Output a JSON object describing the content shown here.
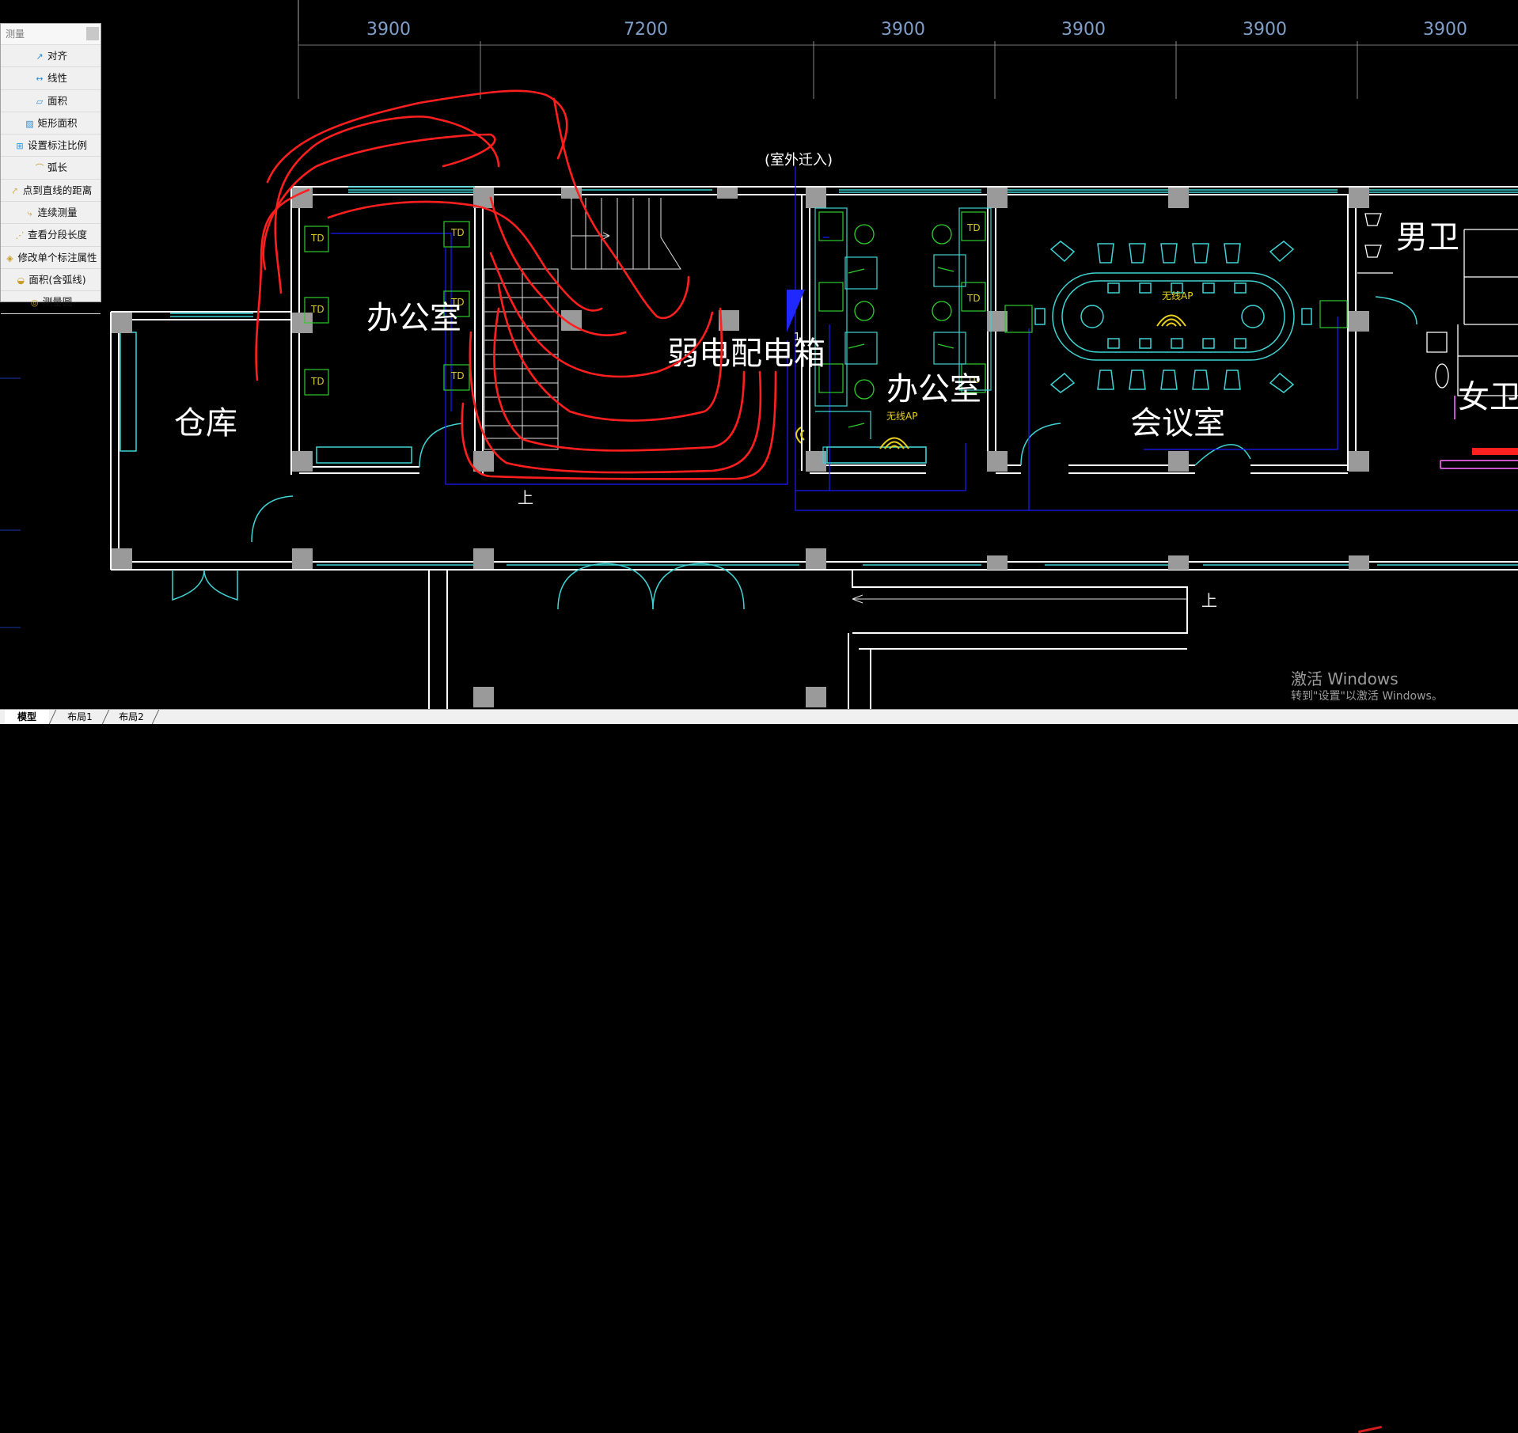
{
  "panel": {
    "title": "测量",
    "tools": [
      {
        "label": "对齐",
        "icon": "align-icon"
      },
      {
        "label": "线性",
        "icon": "linear-dimension-icon"
      },
      {
        "label": "面积",
        "icon": "area-icon"
      },
      {
        "label": "矩形面积",
        "icon": "rect-area-icon"
      },
      {
        "label": "设置标注比例",
        "icon": "scale-icon"
      },
      {
        "label": "弧长",
        "icon": "arc-length-icon"
      },
      {
        "label": "点到直线的距离",
        "icon": "point-line-distance-icon"
      },
      {
        "label": "连续测量",
        "icon": "continuous-measure-icon"
      },
      {
        "label": "查看分段长度",
        "icon": "segment-length-icon"
      },
      {
        "label": "修改单个标注属性",
        "icon": "edit-dimension-icon"
      },
      {
        "label": "面积(含弧线)",
        "icon": "arc-area-icon"
      },
      {
        "label": "测量圆",
        "icon": "measure-circle-icon"
      }
    ]
  },
  "drawing": {
    "dimensions": [
      "3900",
      "7200",
      "3900",
      "3900",
      "3900",
      "3900"
    ],
    "rooms": {
      "warehouse": "仓库",
      "office1": "办公室",
      "weak_box": "弱电配电箱",
      "office2": "办公室",
      "meeting": "会议室",
      "men": "男卫",
      "women": "女卫"
    },
    "outdoor_note": "(室外迁入)",
    "ap_label": "无线AP",
    "stair_up": "上",
    "jack_label": "TD",
    "level_mark": "1"
  },
  "tabs": [
    "模型",
    "布局1",
    "布局2"
  ],
  "watermark": {
    "line1": "激活 Windows",
    "line2": "转到\"设置\"以激活 Windows。"
  },
  "colors": {
    "background": "#000000",
    "wall": "#ffffff",
    "window": "#3fd3d3",
    "cable": "#1a1aff",
    "markup": "#ff2020",
    "device": "#2ecc2e",
    "ap": "#e8d219"
  }
}
